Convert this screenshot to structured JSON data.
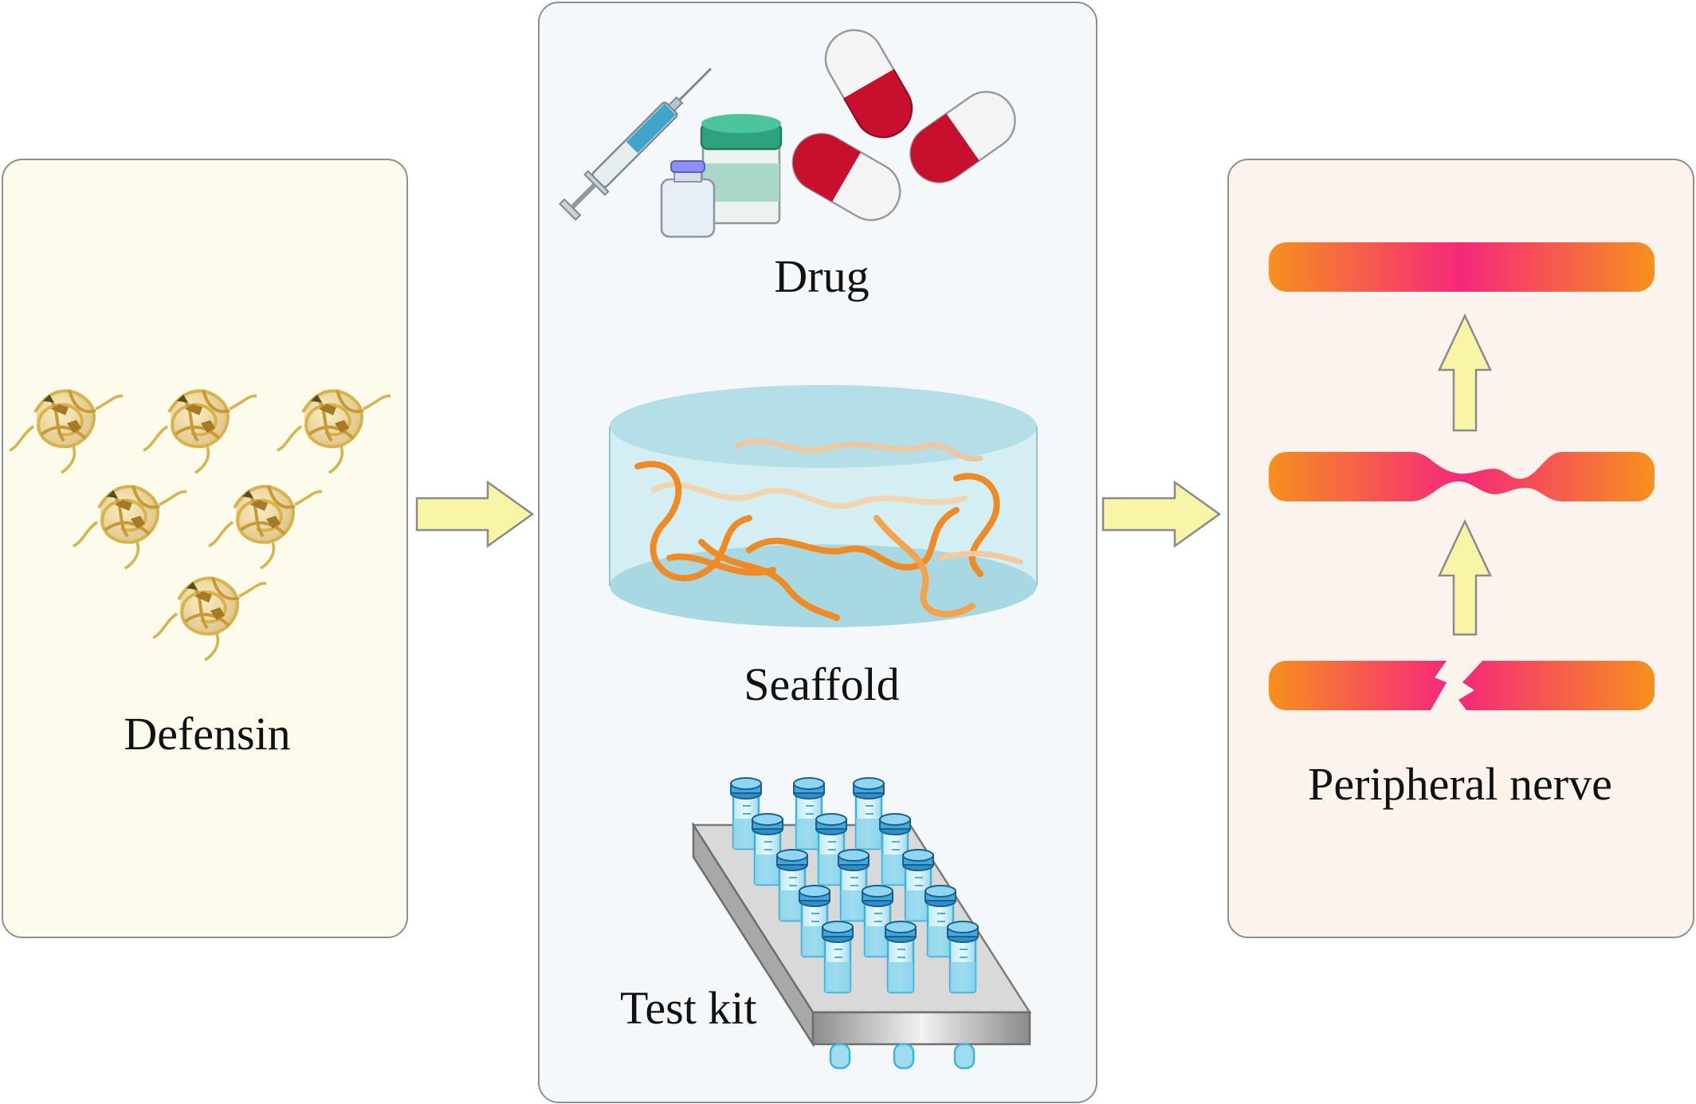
{
  "labels": {
    "defensin": "Defensin",
    "drug": "Drug",
    "scaffold": "Seaffold",
    "test_kit": "Test kit",
    "peripheral_nerve": "Peripheral nerve"
  },
  "colors": {
    "flow_arrow_fill": "#f8f6a6",
    "flow_arrow_stroke": "#8a8a8a",
    "nerve_orange": "#f7901e",
    "nerve_pink": "#f5287a",
    "capsule_red": "#c8102e",
    "defensin_gold": "#d9b24a",
    "tube_blue": "#3fb4d9",
    "scaffold_fiber": "#f08a24"
  },
  "icons": [
    "protein-cluster-icon",
    "syringe-icon",
    "vial-icon",
    "jar-icon",
    "capsule-icon",
    "petri-scaffold-icon",
    "test-tube-rack-icon",
    "nerve-fiber-icon"
  ]
}
